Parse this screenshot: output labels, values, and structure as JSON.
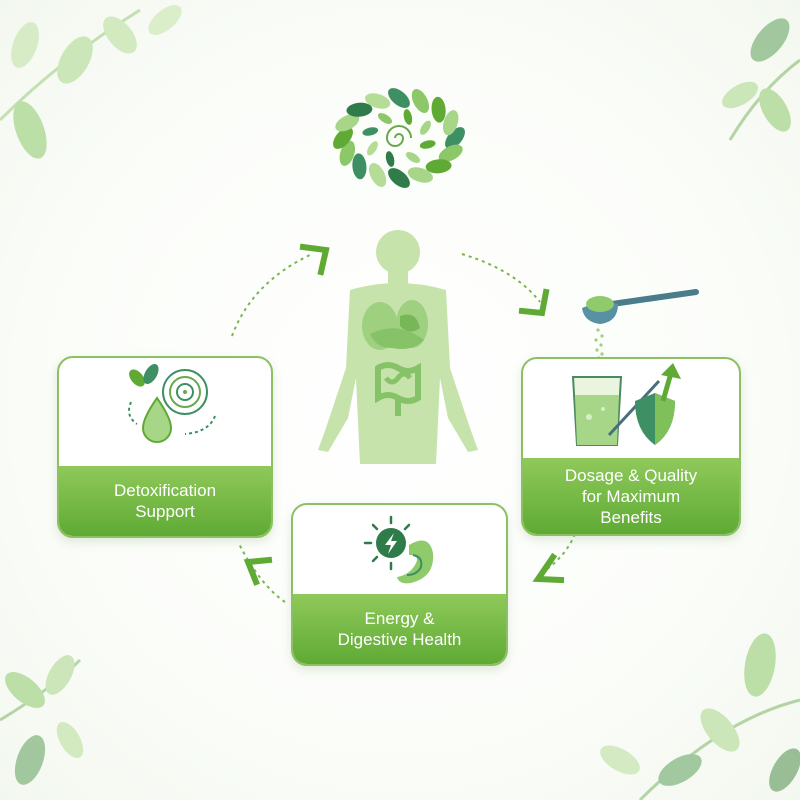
{
  "cards": {
    "detox": {
      "line1": "Detoxification",
      "line2": "Support"
    },
    "dosage": {
      "line1": "Dosage & Quality",
      "line2": "for Maximum",
      "line3": "Benefits"
    },
    "energy": {
      "line1": "Energy &",
      "line2": "Digestive Health"
    }
  },
  "colors": {
    "primary_green": "#5faa35",
    "light_green": "#8fc95a",
    "border_green": "#8cc063",
    "body_green": "#b9dc98",
    "dark_green": "#2f7b4a"
  },
  "icons": [
    "leaf-swirl-logo",
    "human-body-icon",
    "water-drop-icon",
    "spiral-icon",
    "scoop-icon",
    "glass-icon",
    "shield-icon",
    "up-arrow-icon",
    "sun-bolt-icon",
    "stomach-icon",
    "cycle-arrow-icon"
  ]
}
